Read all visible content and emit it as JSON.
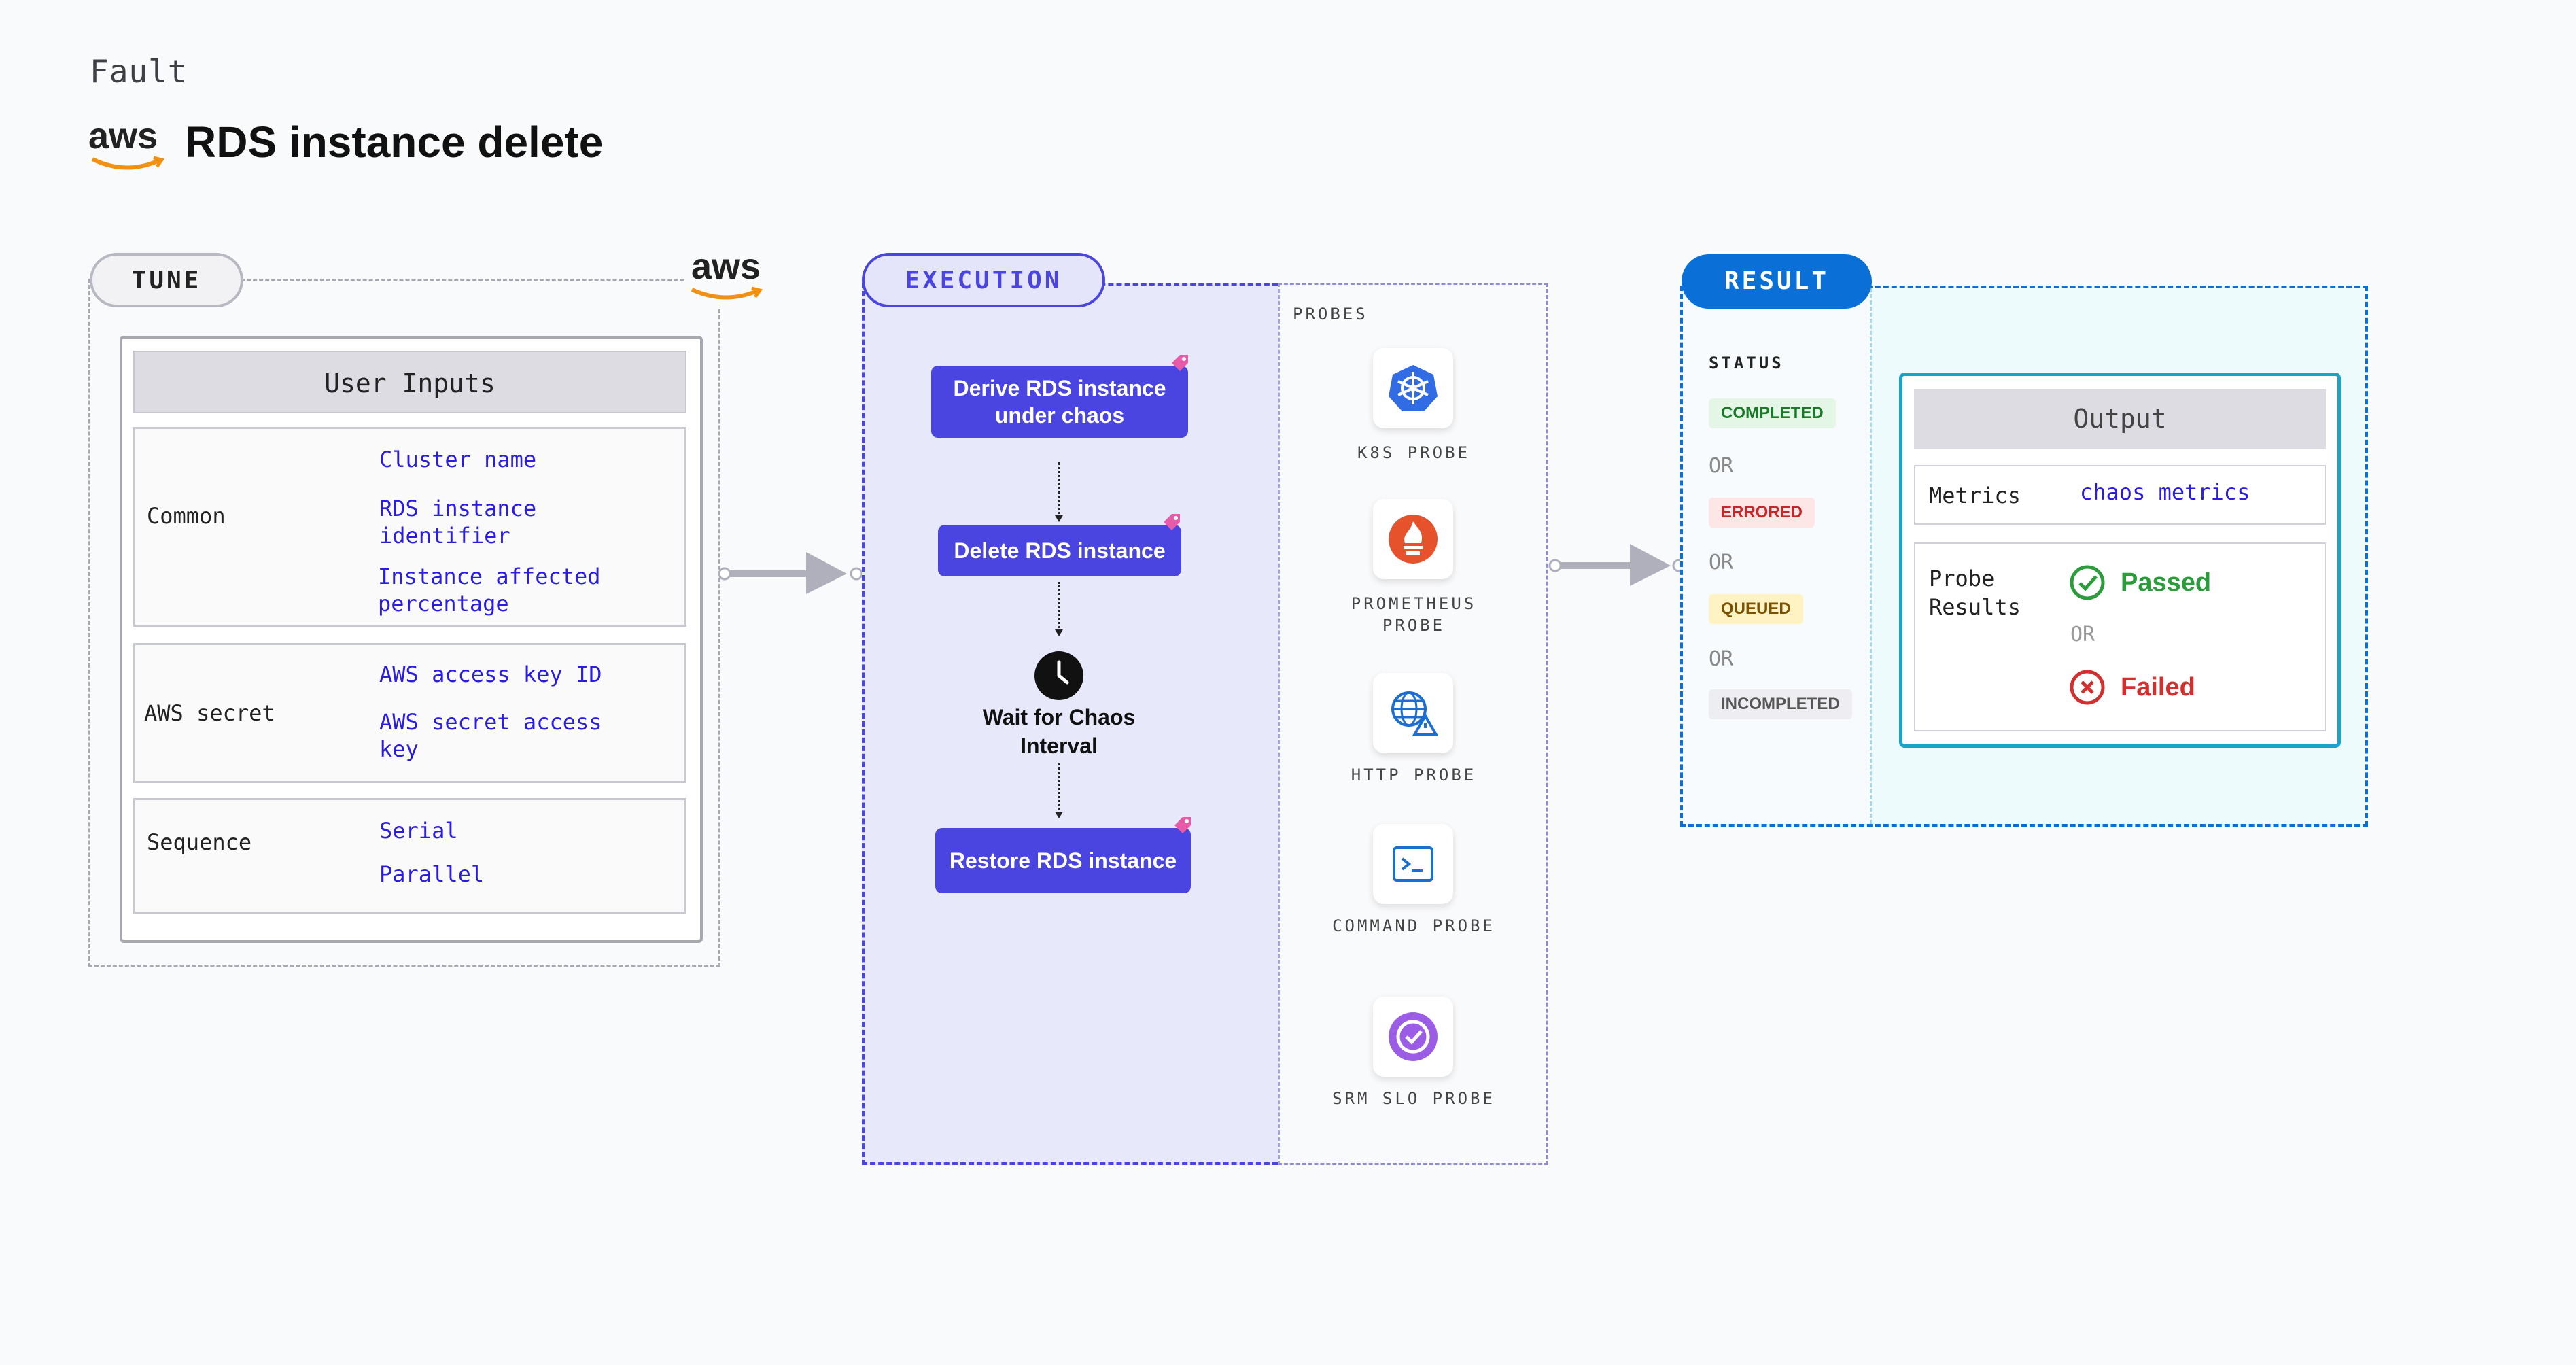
{
  "header": {
    "kind": "Fault",
    "title": "RDS instance delete",
    "logo_text": "aws"
  },
  "tune": {
    "pill": "TUNE",
    "logo_text": "aws",
    "user_inputs_title": "User Inputs",
    "groups": [
      {
        "label": "Common",
        "values": [
          "Cluster name",
          "RDS instance identifier",
          "Instance affected percentage"
        ]
      },
      {
        "label": "AWS secret",
        "values": [
          "AWS access key ID",
          "AWS secret access key"
        ]
      },
      {
        "label": "Sequence",
        "values": [
          "Serial",
          "Parallel"
        ]
      }
    ]
  },
  "execution": {
    "pill": "EXECUTION",
    "steps": [
      "Derive RDS instance under chaos",
      "Delete RDS instance",
      "Wait for Chaos Interval",
      "Restore RDS instance"
    ],
    "probes_title": "PROBES",
    "probes": [
      "K8S PROBE",
      "PROMETHEUS PROBE",
      "HTTP PROBE",
      "COMMAND PROBE",
      "SRM SLO PROBE"
    ]
  },
  "result": {
    "pill": "RESULT",
    "status_title": "STATUS",
    "statuses": [
      "COMPLETED",
      "ERRORED",
      "QUEUED",
      "INCOMPLETED"
    ],
    "or_text": "OR",
    "output_title": "Output",
    "metrics_label": "Metrics",
    "metrics_value": "chaos metrics",
    "probe_results_label": "Probe Results",
    "passed": "Passed",
    "failed": "Failed"
  },
  "colors": {
    "accent": "#4a45e0",
    "result_blue": "#0a6fd6",
    "teal": "#1aa3c8",
    "completed_bg": "#e4f7e6",
    "completed_fg": "#1b7a2a",
    "errored_bg": "#fde6e6",
    "errored_fg": "#c62828",
    "queued_bg": "#fff3c4",
    "queued_fg": "#7a5200",
    "incompleted_bg": "#eeeef2",
    "incompleted_fg": "#555"
  }
}
